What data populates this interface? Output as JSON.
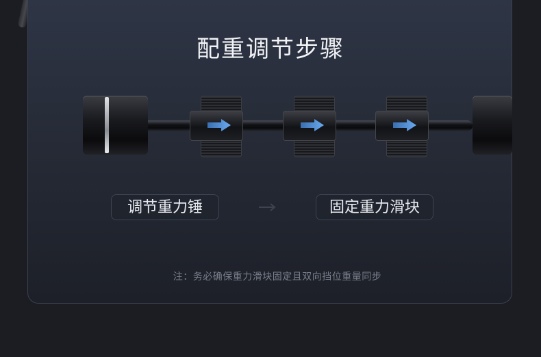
{
  "title": "配重调节步骤",
  "steps": {
    "step1_label": "调节重力锤",
    "step2_label": "固定重力滑块"
  },
  "note": "注：务必确保重力滑块固定且双向挡位重量同步",
  "colors": {
    "accent": "#5b9be0",
    "panel_top": "#2e3545",
    "panel_bottom": "#1d2028"
  },
  "icons": {
    "slider_arrow": "arrow-right-icon",
    "step_arrow": "arrow-right-icon"
  }
}
